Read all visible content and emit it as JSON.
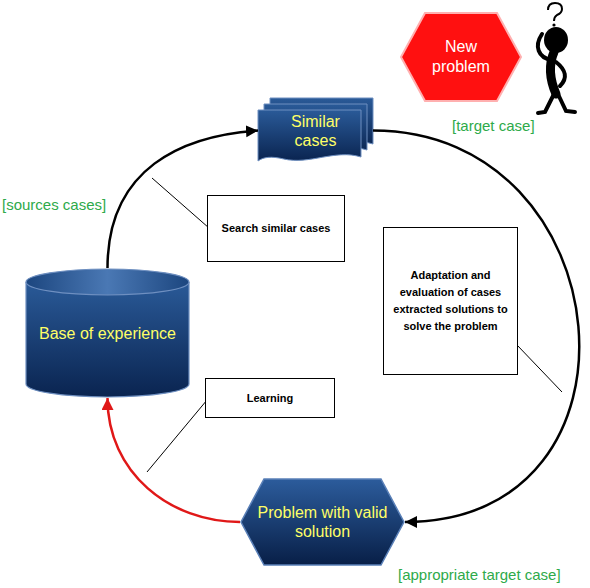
{
  "diagram": {
    "nodes": [
      {
        "text": [
          "New problem"
        ]
      },
      {
        "text": [
          "Similar cases"
        ]
      },
      {
        "text": [
          "Search similar cases"
        ]
      },
      {
        "text": [
          "Base of experience"
        ]
      },
      {
        "text": [
          "Adaptation and evaluation of cases extracted solutions to solve the problem"
        ]
      },
      {
        "text": [
          "Learning"
        ]
      },
      {
        "text": [
          "Problem with valid solution"
        ]
      }
    ],
    "edges": [
      {
        "from": 3,
        "to": 1,
        "arrow": "to"
      },
      {
        "from": 1,
        "to": 6,
        "arrow": "to"
      },
      {
        "from": 6,
        "to": 3,
        "arrow": "to"
      }
    ],
    "labels": [
      "[sources cases]",
      "[target case]",
      "[appropriate target case]"
    ]
  }
}
